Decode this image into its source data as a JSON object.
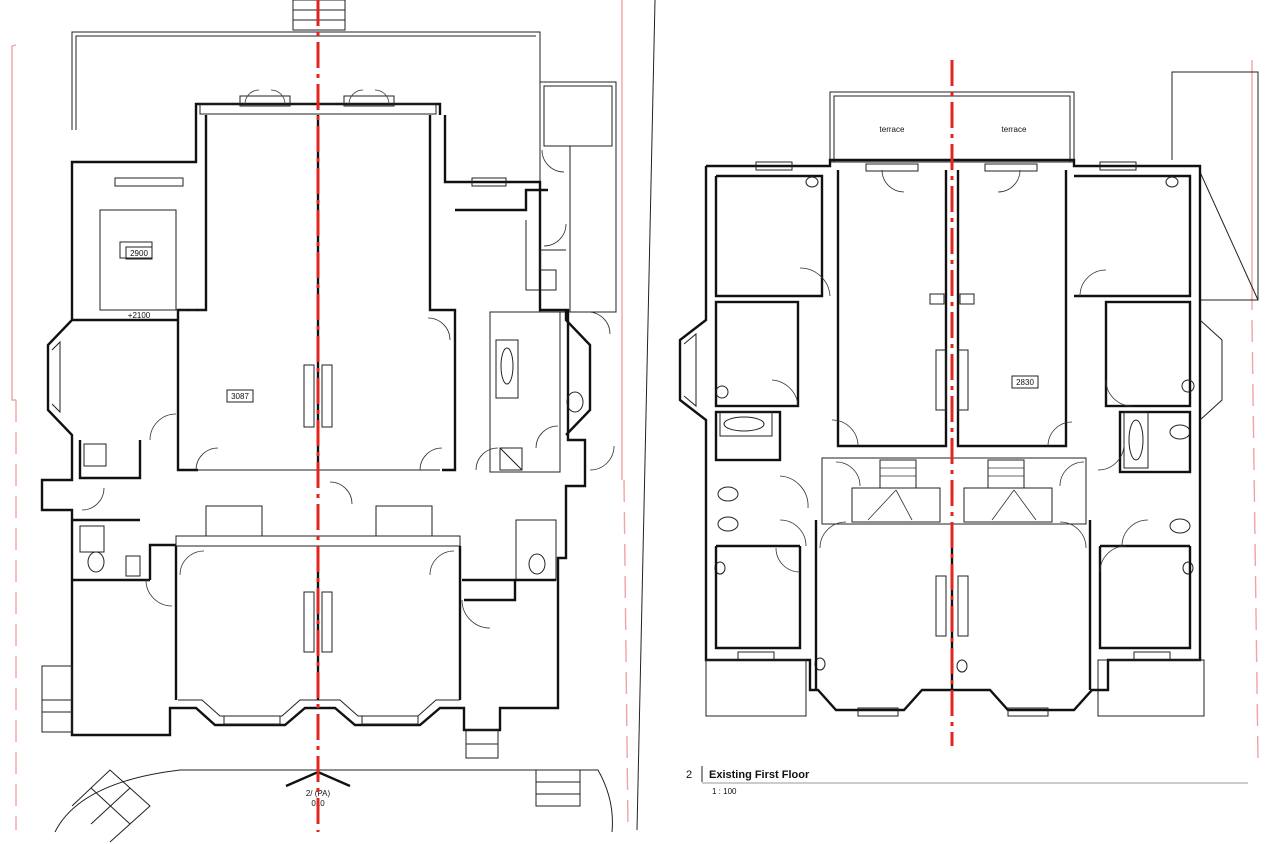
{
  "ground_floor": {
    "dims": [
      "2900",
      "+2100",
      "3087"
    ],
    "section_marker": {
      "ref": "2/ (PA)",
      "sheet": "010"
    }
  },
  "first_floor": {
    "labels": [
      "terrace",
      "terrace"
    ],
    "dims": [
      "2830"
    ]
  },
  "title_block": {
    "number": "2",
    "title": "Existing First Floor",
    "scale": "1 : 100"
  },
  "colors": {
    "party_wall_centreline": "#e0261f",
    "boundary": "#f2a3a3",
    "linework": "#111111"
  }
}
